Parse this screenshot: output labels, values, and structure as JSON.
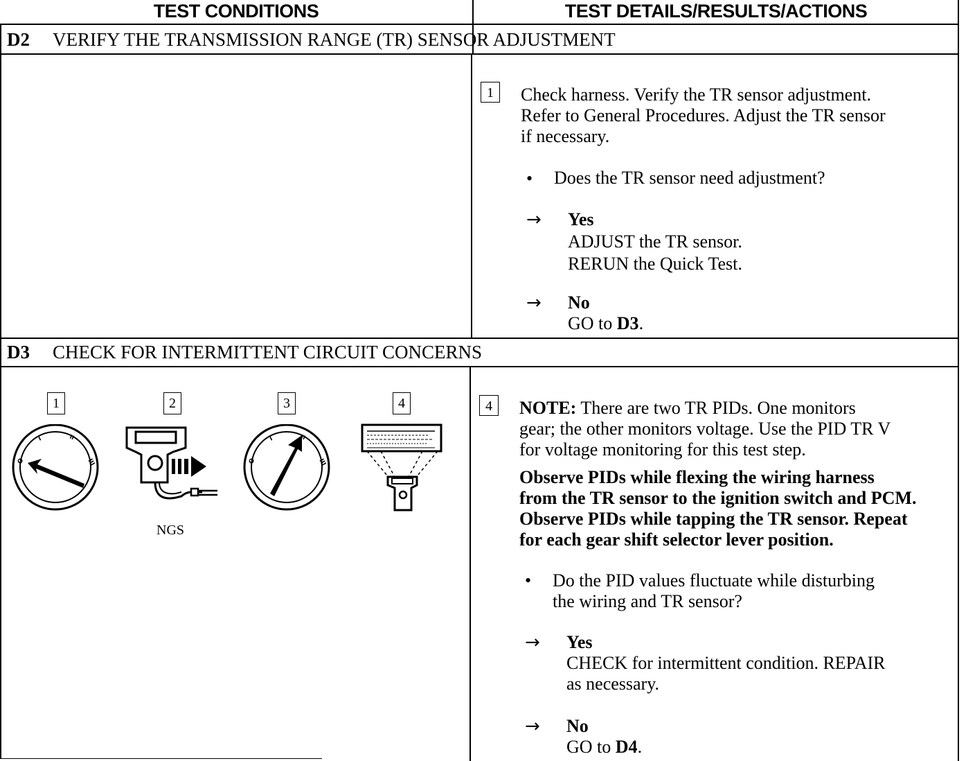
{
  "header": {
    "left": "TEST CONDITIONS",
    "right": "TEST DETAILS/RESULTS/ACTIONS"
  },
  "d2": {
    "code": "D2",
    "title": "VERIFY THE TRANSMISSION RANGE (TR) SENSOR ADJUSTMENT",
    "step_number": "1",
    "instruction_lines": [
      "Check harness. Verify the TR sensor adjustment.",
      "Refer to General Procedures. Adjust the TR sensor",
      "if necessary."
    ],
    "question": "Does the TR sensor need adjustment?",
    "yes_label": "Yes",
    "yes_actions": [
      "ADJUST the TR sensor.",
      "RERUN the Quick Test."
    ],
    "no_label": "No",
    "no_prefix": "GO to ",
    "no_target": "D3",
    "no_suffix": "."
  },
  "d3": {
    "code": "D3",
    "title": "CHECK FOR INTERMITTENT CIRCUIT CONCERNS",
    "step_number": "4",
    "note_label": "NOTE:",
    "note_lines": [
      "There are two TR PIDs. One monitors",
      "gear; the other monitors voltage. Use the PID TR V",
      "for voltage monitoring for this test step."
    ],
    "observe_lines": [
      "Observe PIDs while flexing the wiring harness",
      "from the TR sensor to the ignition switch and PCM.",
      "Observe PIDs while tapping the TR sensor. Repeat",
      "for each gear shift selector lever position."
    ],
    "question_lines": [
      "Do the PID values fluctuate while disturbing",
      "the wiring and TR sensor?"
    ],
    "yes_label": "Yes",
    "yes_actions": [
      "CHECK for intermittent condition. REPAIR",
      "as necessary."
    ],
    "no_label": "No",
    "no_prefix": "GO to ",
    "no_target": "D4",
    "no_suffix": ".",
    "illustrations": [
      {
        "number": "1",
        "icon": "ignition-switch-off-icon"
      },
      {
        "number": "2",
        "icon": "ngs-scan-tool-icon",
        "caption": "NGS"
      },
      {
        "number": "3",
        "icon": "ignition-switch-run-icon"
      },
      {
        "number": "4",
        "icon": "scan-tool-display-icon"
      }
    ]
  },
  "symbols": {
    "bullet": "•",
    "arrow": "→"
  }
}
